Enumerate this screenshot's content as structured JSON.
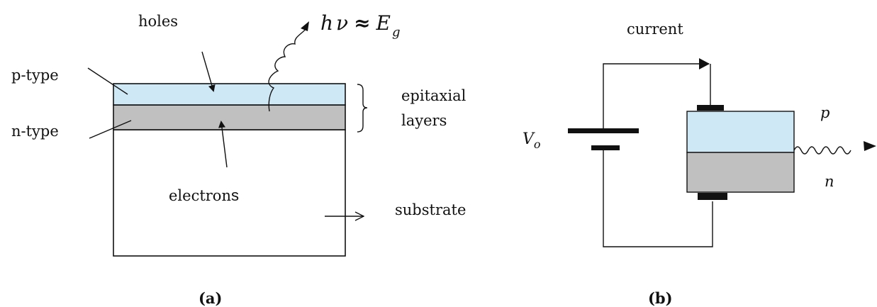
{
  "panel_a": {
    "label_holes": "holes",
    "label_photon_h": "h",
    "label_photon_nu": "ν",
    "label_photon_approx": "≈",
    "label_photon_E": "E",
    "label_photon_g": "g",
    "label_p_type": "p-type",
    "label_n_type": "n-type",
    "label_epitaxial_line1": "epitaxial",
    "label_epitaxial_line2": "layers",
    "label_electrons_main": "electron",
    "label_electrons_s": "s",
    "label_substrate": "substrate",
    "caption": "(a)"
  },
  "panel_b": {
    "label_current": "current",
    "label_V": "V",
    "label_V_sub": "o",
    "label_p": "p",
    "label_n": "n",
    "caption": "(b)"
  },
  "colors": {
    "p_layer": "#cfe8f5",
    "n_layer": "#c0c0c0",
    "line": "#111111",
    "electrode": "#111111"
  }
}
